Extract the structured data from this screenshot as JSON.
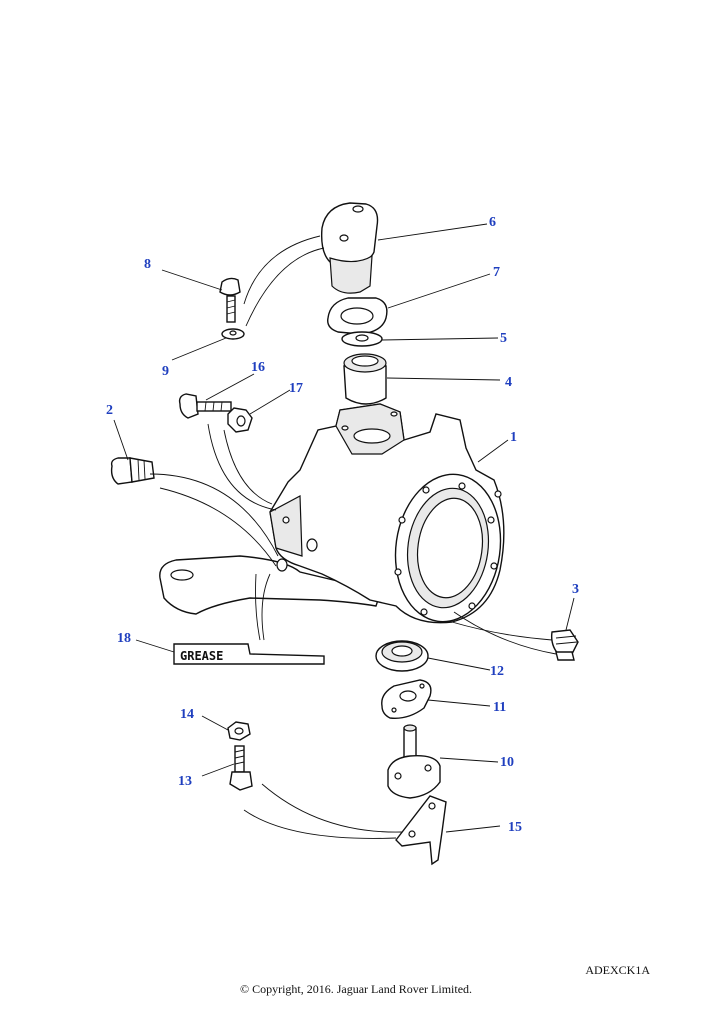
{
  "diagram": {
    "code": "ADEXCK1A",
    "copyright": "© Copyright, 2016. Jaguar Land Rover Limited.",
    "grease_label": "GREASE",
    "callouts": [
      "1",
      "2",
      "3",
      "4",
      "5",
      "6",
      "7",
      "8",
      "9",
      "10",
      "11",
      "12",
      "13",
      "14",
      "15",
      "16",
      "17",
      "18"
    ],
    "callout_color": "#1f3fbf"
  }
}
